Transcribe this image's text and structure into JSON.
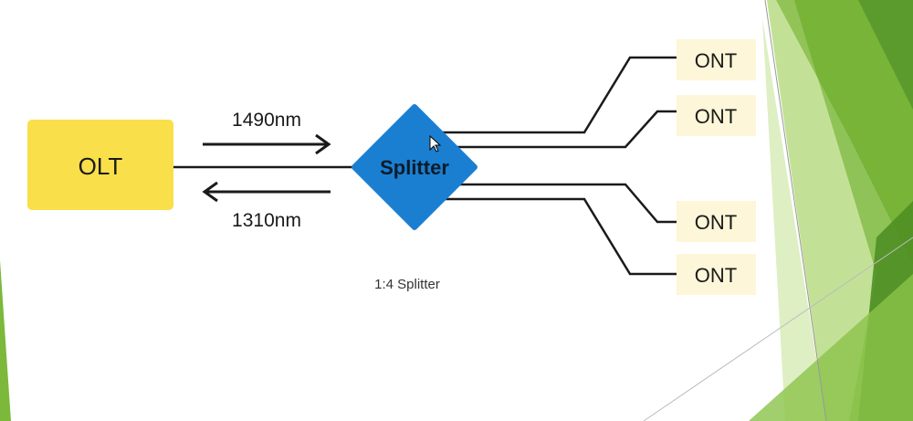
{
  "diagram": {
    "olt_label": "OLT",
    "splitter_label": "Splitter",
    "downstream_wavelength": "1490nm",
    "upstream_wavelength": "1310nm",
    "caption": "1:4 Splitter",
    "ont_labels": [
      "ONT",
      "ONT",
      "ONT",
      "ONT"
    ]
  },
  "colors": {
    "olt_fill": "#f9df4a",
    "splitter_fill": "#1a7fd0",
    "ont_fill": "#fdf6d8",
    "line": "#1a1a1a",
    "green_dark": "#5b9a2c",
    "green_mid": "#7cb83a",
    "green_light": "#a9d46a",
    "green_pale": "#d6ebb4"
  },
  "icons": {
    "arrow_right": "arrow-right-icon",
    "arrow_left": "arrow-left-icon",
    "cursor": "mouse-cursor-icon"
  }
}
